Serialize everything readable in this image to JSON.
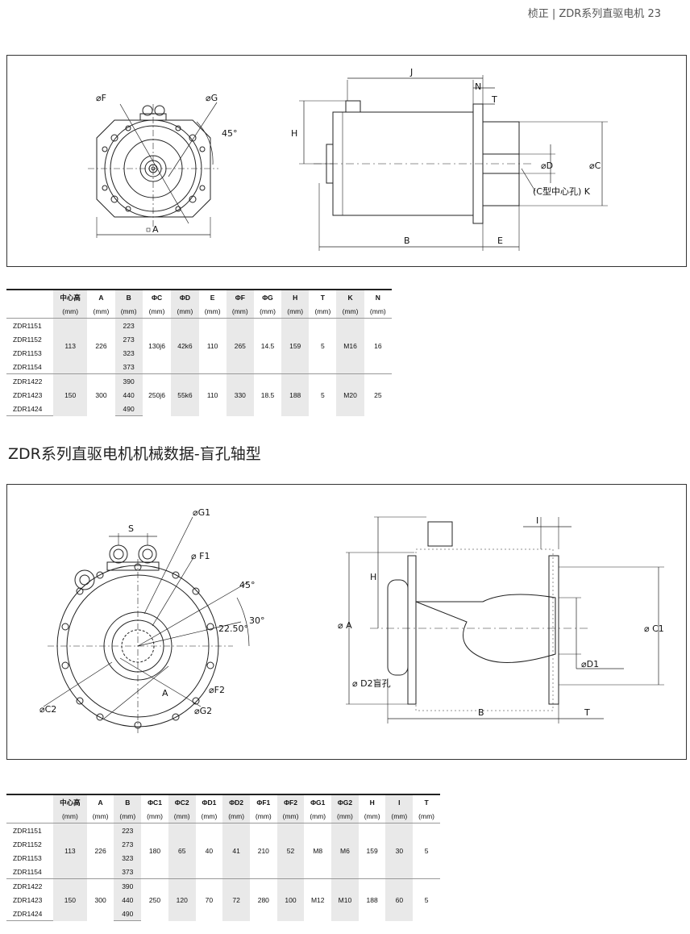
{
  "header": "桢正 | ZDR系列直驱电机  23",
  "drawing1": {
    "labels": {
      "phiF": "⌀F",
      "phiG": "⌀G",
      "deg45": "45°",
      "A": "A",
      "J": "J",
      "N": "N",
      "T": "T",
      "H": "H",
      "phiD": "⌀D",
      "phiC": "⌀C",
      "Ckey": "(C型中心孔) K",
      "B": "B",
      "E": "E"
    }
  },
  "table1": {
    "headers": [
      "",
      "中心高",
      "A",
      "B",
      "ΦC",
      "ΦD",
      "E",
      "ΦF",
      "ΦG",
      "H",
      "T",
      "K",
      "N"
    ],
    "units": [
      "",
      "(mm)",
      "(mm)",
      "(mm)",
      "(mm)",
      "(mm)",
      "(mm)",
      "(mm)",
      "(mm)",
      "(mm)",
      "(mm)",
      "(mm)",
      "(mm)"
    ],
    "groups": [
      {
        "models": [
          "ZDR1151",
          "ZDR1152",
          "ZDR1153",
          "ZDR1154"
        ],
        "B": [
          "223",
          "273",
          "323",
          "373"
        ],
        "center_height": "113",
        "A": "226",
        "C": "130j6",
        "D": "42k6",
        "E": "110",
        "F": "265",
        "G": "14.5",
        "H": "159",
        "T": "5",
        "K": "M16",
        "N": "16"
      },
      {
        "models": [
          "ZDR1422",
          "ZDR1423",
          "ZDR1424"
        ],
        "B": [
          "390",
          "440",
          "490"
        ],
        "center_height": "150",
        "A": "300",
        "C": "250j6",
        "D": "55k6",
        "E": "110",
        "F": "330",
        "G": "18.5",
        "H": "188",
        "T": "5",
        "K": "M20",
        "N": "25"
      }
    ]
  },
  "section_title": "ZDR系列直驱电机机械数据-盲孔轴型",
  "drawing2": {
    "labels": {
      "S": "S",
      "phiG1": "⌀G1",
      "phiF1": "⌀ F1",
      "deg45": "45°",
      "deg2250": "22.50°",
      "deg30": "30°",
      "A": "A",
      "phiF2": "⌀F2",
      "phiC2": "⌀C2",
      "phiG2": "⌀G2",
      "I": "I",
      "H": "H",
      "phiA": "⌀ A",
      "phiD2": "⌀ D2盲孔",
      "phiC1": "⌀ C1",
      "phiD1": "⌀D1",
      "B": "B",
      "T": "T"
    }
  },
  "table2": {
    "headers": [
      "",
      "中心高",
      "A",
      "B",
      "ΦC1",
      "ΦC2",
      "ΦD1",
      "ΦD2",
      "ΦF1",
      "ΦF2",
      "ΦG1",
      "ΦG2",
      "H",
      "I",
      "T"
    ],
    "units": [
      "",
      "(mm)",
      "(mm)",
      "(mm)",
      "(mm)",
      "(mm)",
      "(mm)",
      "(mm)",
      "(mm)",
      "(mm)",
      "(mm)",
      "(mm)",
      "(mm)",
      "(mm)",
      "(mm)"
    ],
    "groups": [
      {
        "models": [
          "ZDR1151",
          "ZDR1152",
          "ZDR1153",
          "ZDR1154"
        ],
        "B": [
          "223",
          "273",
          "323",
          "373"
        ],
        "center_height": "113",
        "A": "226",
        "C1": "180",
        "C2": "65",
        "D1": "40",
        "D2": "41",
        "F1": "210",
        "F2": "52",
        "G1": "M8",
        "G2": "M6",
        "H": "159",
        "I": "30",
        "T": "5"
      },
      {
        "models": [
          "ZDR1422",
          "ZDR1423",
          "ZDR1424"
        ],
        "B": [
          "390",
          "440",
          "490"
        ],
        "center_height": "150",
        "A": "300",
        "C1": "250",
        "C2": "120",
        "D1": "70",
        "D2": "72",
        "F1": "280",
        "F2": "100",
        "G1": "M12",
        "G2": "M10",
        "H": "188",
        "I": "60",
        "T": "5"
      }
    ]
  }
}
